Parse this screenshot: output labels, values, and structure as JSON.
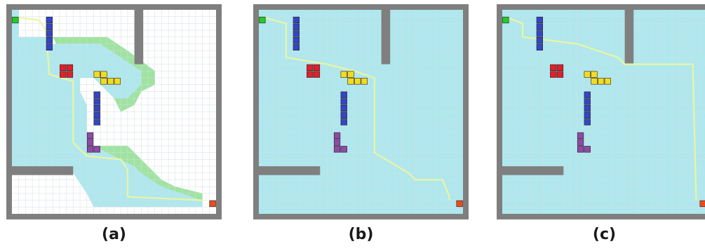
{
  "colors": {
    "wall": "#7f7f7f",
    "explored": "#aee8ee",
    "frontier": "#9fe3a0",
    "unexplored": "#ffffff",
    "grid": "#d5dde0",
    "path": "#eaf5a0",
    "start": "#1fcc2a",
    "goal": "#ee4a1a",
    "obs_blue": "#3346c4",
    "obs_red": "#e0202a",
    "obs_yellow": "#f2dc1e",
    "obs_purple": "#8e4aa8"
  },
  "panels": [
    {
      "id": "a",
      "label": "(a)",
      "explored_region": "partial",
      "frontier": true
    },
    {
      "id": "b",
      "label": "(b)",
      "explored_region": "full",
      "frontier": false
    },
    {
      "id": "c",
      "label": "(c)",
      "explored_region": "full",
      "frontier": false
    }
  ]
}
